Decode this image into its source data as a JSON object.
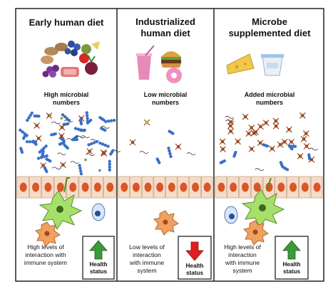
{
  "panels": [
    {
      "title_lines": [
        "Early human diet"
      ],
      "microbe_lines": [
        "High microbial",
        "numbers"
      ],
      "interaction_lines": [
        "High levels of",
        "interaction with",
        "immune system"
      ],
      "health_lines": [
        "Health",
        "status"
      ],
      "health_direction": "up"
    },
    {
      "title_lines": [
        "Industrialized",
        "human diet"
      ],
      "microbe_lines": [
        "Low microbial",
        "numbers"
      ],
      "interaction_lines": [
        "Low levels of",
        "interaction",
        "with immune",
        "system"
      ],
      "health_lines": [
        "Health",
        "status"
      ],
      "health_direction": "down"
    },
    {
      "title_lines": [
        "Microbe",
        "supplemented diet"
      ],
      "microbe_lines": [
        "Added microbial",
        "numbers"
      ],
      "interaction_lines": [
        "High levels of",
        "interaction",
        "with immune",
        "system"
      ],
      "health_lines": [
        "Health",
        "status"
      ],
      "health_direction": "up"
    }
  ],
  "colors": {
    "arrow_up": "#3a9a3a",
    "arrow_down": "#e02020",
    "epithelium": "#f6dcc6",
    "nucleus": "#d9552a",
    "dendritic_cell": "#a6e06a",
    "macrophage": "#f0a060",
    "bacteria_blue": "#3a6fc8",
    "phage_brown": "#9a4a22"
  }
}
